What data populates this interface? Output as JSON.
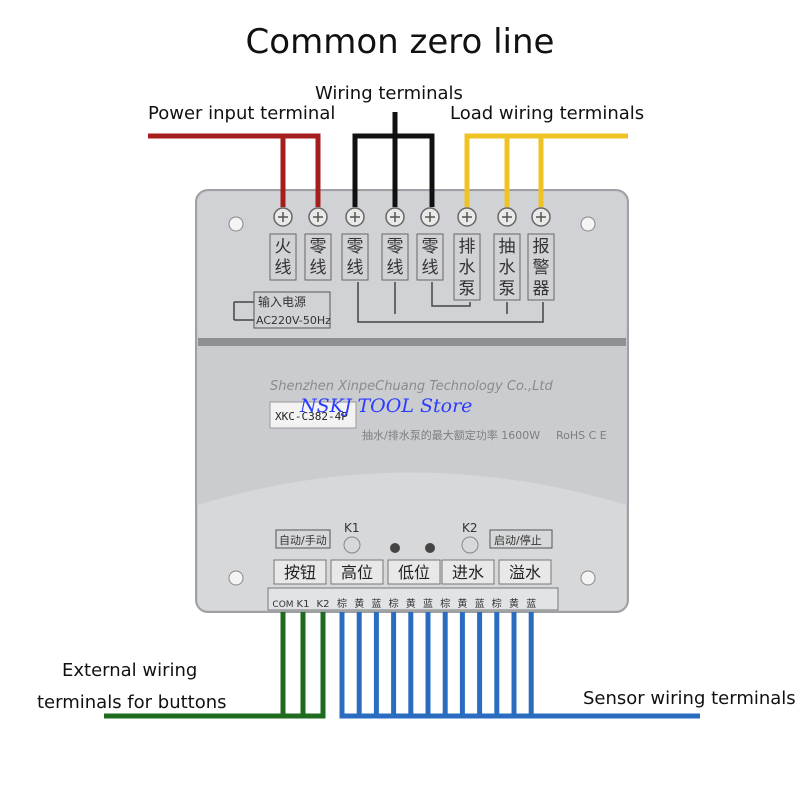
{
  "title": "Common zero line",
  "labels": {
    "wiring_terminals": "Wiring terminals",
    "power_input_terminal": "Power input terminal",
    "load_wiring_terminals": "Load wiring terminals",
    "external_line1": "External wiring",
    "external_line2": "terminals for buttons",
    "sensor_wiring_terminals": "Sensor wiring terminals"
  },
  "device": {
    "company": "Shenzhen XinpeChuang Technology Co.,Ltd",
    "model": "XKC-C382-4P",
    "rating": "抽水/排水泵的最大额定功率 1600W",
    "cert": "RoHS C E",
    "watermark": "NSKJ TOOL Store",
    "top_terminals": [
      {
        "l1": "火",
        "l2": "线"
      },
      {
        "l1": "零",
        "l2": "线"
      },
      {
        "l1": "零",
        "l2": "线"
      },
      {
        "l1": "零",
        "l2": "线"
      },
      {
        "l1": "零",
        "l2": "线"
      },
      {
        "l1": "排",
        "l2": "水",
        "l3": "泵"
      },
      {
        "l1": "抽",
        "l2": "水",
        "l3": "泵"
      },
      {
        "l1": "报",
        "l2": "警",
        "l3": "器"
      }
    ],
    "power_label_1": "输入电源",
    "power_label_2": "AC220V-50Hz",
    "auto_manual": "自动/手动",
    "start_stop": "启动/停止",
    "k1": "K1",
    "k2": "K2",
    "groups": [
      "按钮",
      "高位",
      "低位",
      "进水",
      "溢水"
    ],
    "button_pins": [
      "COM",
      "K1",
      "K2"
    ],
    "sensor_pins": [
      "棕",
      "黄",
      "蓝",
      "棕",
      "黄",
      "蓝",
      "棕",
      "黄",
      "蓝",
      "棕",
      "黄",
      "蓝"
    ]
  },
  "colors": {
    "red": "#a51d1d",
    "black": "#111111",
    "yellow": "#f0c324",
    "green": "#1e6b1e",
    "blue": "#2a6cc0",
    "panel": "#c9cacc",
    "panel_dark": "#8f9094"
  }
}
